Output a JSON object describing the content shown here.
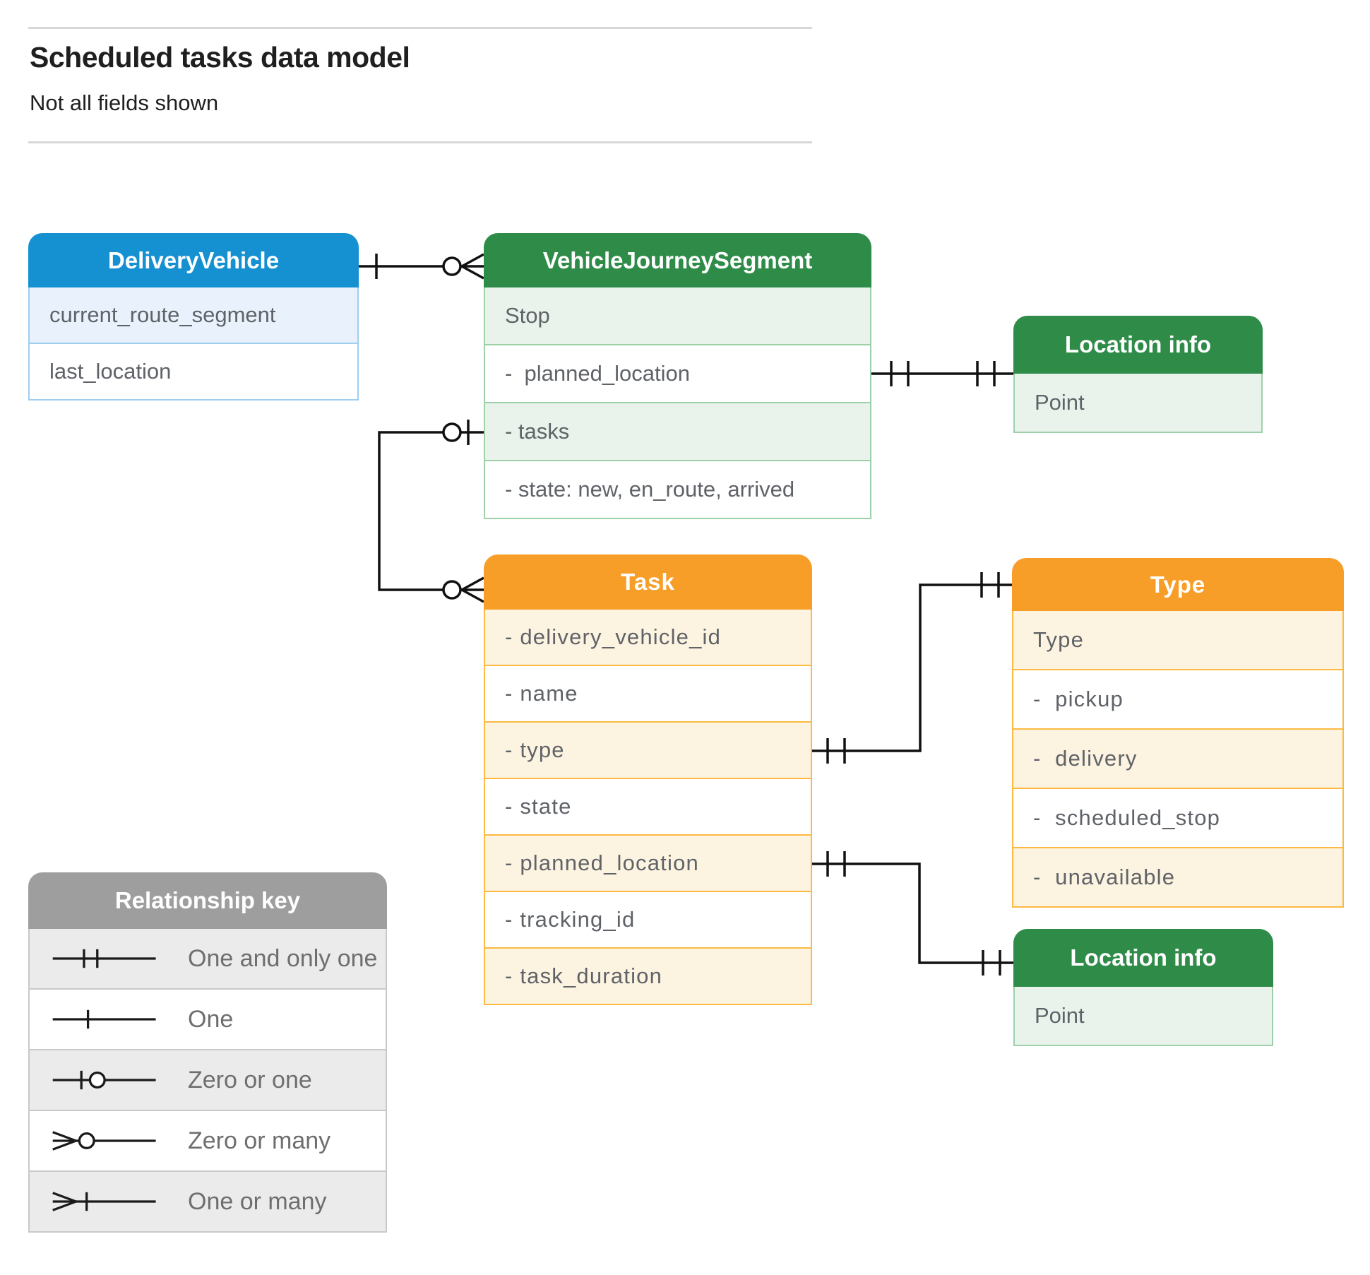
{
  "page": {
    "title": "Scheduled tasks data model",
    "subtitle": "Not all fields shown"
  },
  "entities": {
    "delivery_vehicle": {
      "title": "DeliveryVehicle",
      "rows": [
        "current_route_segment",
        "last_location"
      ]
    },
    "vehicle_journey_segment": {
      "title": "VehicleJourneySegment",
      "rows": [
        "Stop",
        "-  planned_location",
        "- tasks",
        "- state: new, en_route, arrived"
      ]
    },
    "location_info_top": {
      "title": "Location info",
      "rows": [
        "Point"
      ]
    },
    "task": {
      "title": "Task",
      "rows": [
        "- delivery_vehicle_id",
        "- name",
        "- type",
        "- state",
        "- planned_location",
        "- tracking_id",
        "- task_duration"
      ]
    },
    "type": {
      "title": "Type",
      "rows": [
        "Type",
        "-  pickup",
        "-  delivery",
        "-  scheduled_stop",
        "-  unavailable"
      ]
    },
    "location_info_bottom": {
      "title": "Location info",
      "rows": [
        "Point"
      ]
    }
  },
  "legend": {
    "title": "Relationship key",
    "items": [
      {
        "symbol": "one-and-only-one",
        "label": "One and only one"
      },
      {
        "symbol": "one",
        "label": "One"
      },
      {
        "symbol": "zero-or-one",
        "label": "Zero or one"
      },
      {
        "symbol": "zero-or-many",
        "label": "Zero or many"
      },
      {
        "symbol": "one-or-many",
        "label": "One or many"
      }
    ]
  },
  "relationships": [
    {
      "from": "DeliveryVehicle",
      "to": "VehicleJourneySegment",
      "from_cardinality": "one",
      "to_cardinality": "zero or many"
    },
    {
      "from": "VehicleJourneySegment.planned_location",
      "to": "Location info (top)",
      "from_cardinality": "one and only one",
      "to_cardinality": "one and only one"
    },
    {
      "from": "VehicleJourneySegment.tasks",
      "to": "Task",
      "from_cardinality": "zero or one",
      "to_cardinality": "zero or many"
    },
    {
      "from": "Task.type",
      "to": "Type",
      "from_cardinality": "one and only one",
      "to_cardinality": "one and only one"
    },
    {
      "from": "Task.planned_location",
      "to": "Location info (bottom)",
      "from_cardinality": "one and only one",
      "to_cardinality": "one and only one"
    }
  ],
  "colors": {
    "blue_header": "#1591d2",
    "blue_tint": "#e9f2fc",
    "blue_border": "#9fcdf0",
    "green_header": "#2e8b48",
    "green_tint": "#e9f3ec",
    "green_border": "#9dd0a9",
    "orange_header": "#f79e28",
    "orange_tint": "#fdf3e1",
    "orange_border": "#fcba43",
    "gray_header": "#9e9e9e",
    "gray_tint": "#ebebeb",
    "gray_border": "#c9c9c9",
    "row_text": "#5f6368",
    "line": "#111111",
    "rule": "#d8d8d8"
  }
}
